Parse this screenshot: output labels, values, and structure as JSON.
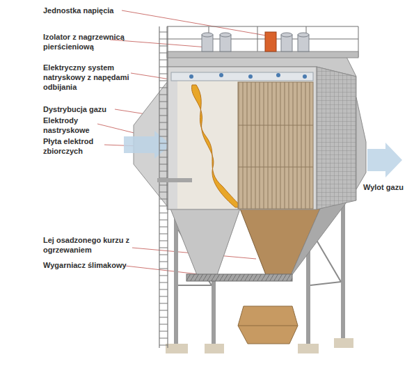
{
  "diagram": {
    "labels": [
      "Jednostka napięcia",
      "Izolator z nagrzewnicą pierścieniową",
      "Elektryczny system natryskowy z napędami odbijania",
      "Dystrybucja gazu",
      "Elektrody nastryskowe",
      "Płyta elektrod zbiorczych",
      "Wylot gazu",
      "Lej osadzonego kurzu z ogrzewaniem",
      "Wygarniacz ślimakowy"
    ]
  }
}
